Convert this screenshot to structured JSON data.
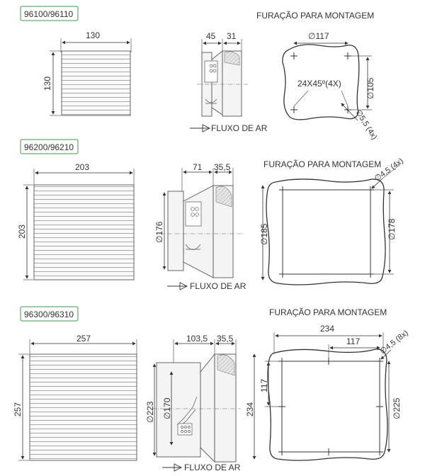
{
  "sections": [
    {
      "model": "96100/96110",
      "heading": "FURAÇÃO PARA MONTAGEM",
      "front_width": "130",
      "front_height": "130",
      "side_depth": "45",
      "side_collar": "31",
      "side_diameter": "",
      "airflow": "FLUXO DE AR",
      "mount_diameter": "∅117",
      "mount_corner": "24X45º(4X)",
      "mount_right": "∅105",
      "mount_left": "",
      "mount_hole": "∅5,5 (4x)",
      "mount_top_inner": ""
    },
    {
      "model": "96200/96210",
      "heading": "FURAÇÃO PARA MONTAGEM",
      "front_width": "203",
      "front_height": "203",
      "side_depth": "71",
      "side_collar": "35,5",
      "side_diameter": "∅176",
      "airflow": "FLUXO DE AR",
      "mount_diameter": "",
      "mount_corner": "",
      "mount_right": "∅178",
      "mount_left": "∅185",
      "mount_hole": "∅4,5 (4x)",
      "mount_top_inner": ""
    },
    {
      "model": "96300/96310",
      "heading": "FURAÇÃO PARA MONTAGEM",
      "front_width": "257",
      "front_height": "257",
      "side_depth": "103,5",
      "side_collar": "35,5",
      "side_diameter": "∅170",
      "side_outer_diameter": "∅223",
      "airflow": "FLUXO DE AR",
      "mount_diameter": "234",
      "mount_corner": "",
      "mount_right": "∅225",
      "mount_left": "234",
      "mount_left_inner": "117",
      "mount_hole": "∅4,5 (8x)",
      "mount_top_inner": "117"
    }
  ]
}
